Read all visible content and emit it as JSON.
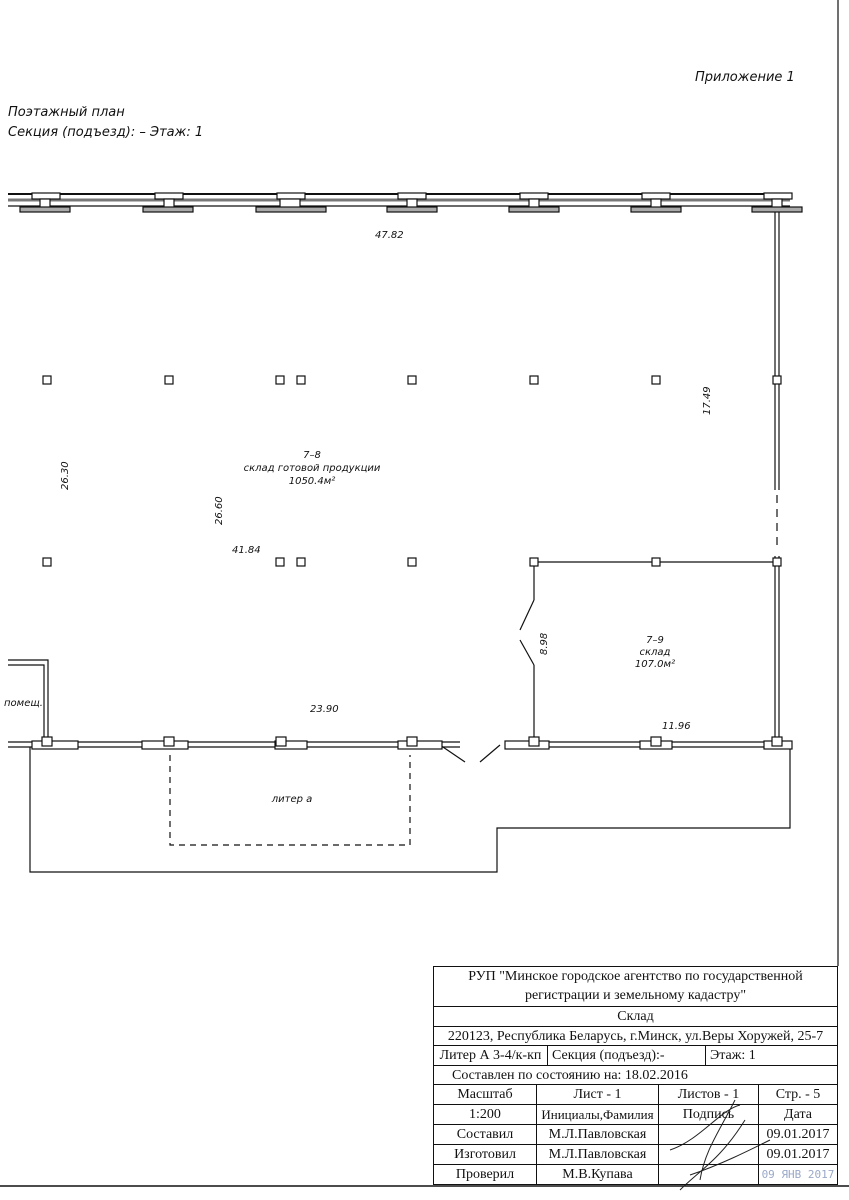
{
  "header": {
    "appendix": "Приложение 1",
    "plan_title": "Поэтажный план",
    "section_floor": "Секция (подъезд): – Этаж: 1"
  },
  "plan": {
    "dim_top": "47.82",
    "dim_right": "17.49",
    "dim_left": "26.30",
    "dim_inner_v": "26.60",
    "dim_inner_h": "41.84",
    "dim_bottom": "23.90",
    "dim_door": "8.98",
    "dim_small": "11.96",
    "room_main": {
      "number": "7–8",
      "name": "склад готовой продукции",
      "area": "1050.4м²"
    },
    "room_small": {
      "number": "7–9",
      "name": "склад",
      "area": "107.0м²"
    },
    "adjacent": "помещ.",
    "annex": "литер а"
  },
  "title_block": {
    "org_line1": "РУП \"Минское городское агентство по государственной",
    "org_line2": "регистрации и земельному кадастру\"",
    "object": "Склад",
    "address": "220123, Республика Беларусь, г.Минск, ул.Веры Хоружей, 25-7",
    "liter": "Литер А 3-4/к-кп",
    "section": "Секция (подъезд):-",
    "floor": "Этаж: 1",
    "as_of": "Составлен по состоянию на: 18.02.2016",
    "scale_label": "Масштаб",
    "sheet": "Лист -     1",
    "sheets": "Листов -   1",
    "page": "Стр. -    5",
    "scale_value": "1:200",
    "col_name": "Инициалы,Фамилия",
    "col_sign": "Подпись",
    "col_date": "Дата",
    "rows": [
      {
        "role": "Составил",
        "name": "М.Л.Павловская",
        "date": "09.01.2017"
      },
      {
        "role": "Изготовил",
        "name": "М.Л.Павловская",
        "date": "09.01.2017"
      },
      {
        "role": "Проверил",
        "name": "М.В.Купава",
        "date": "09 ЯНВ 2017"
      }
    ]
  }
}
